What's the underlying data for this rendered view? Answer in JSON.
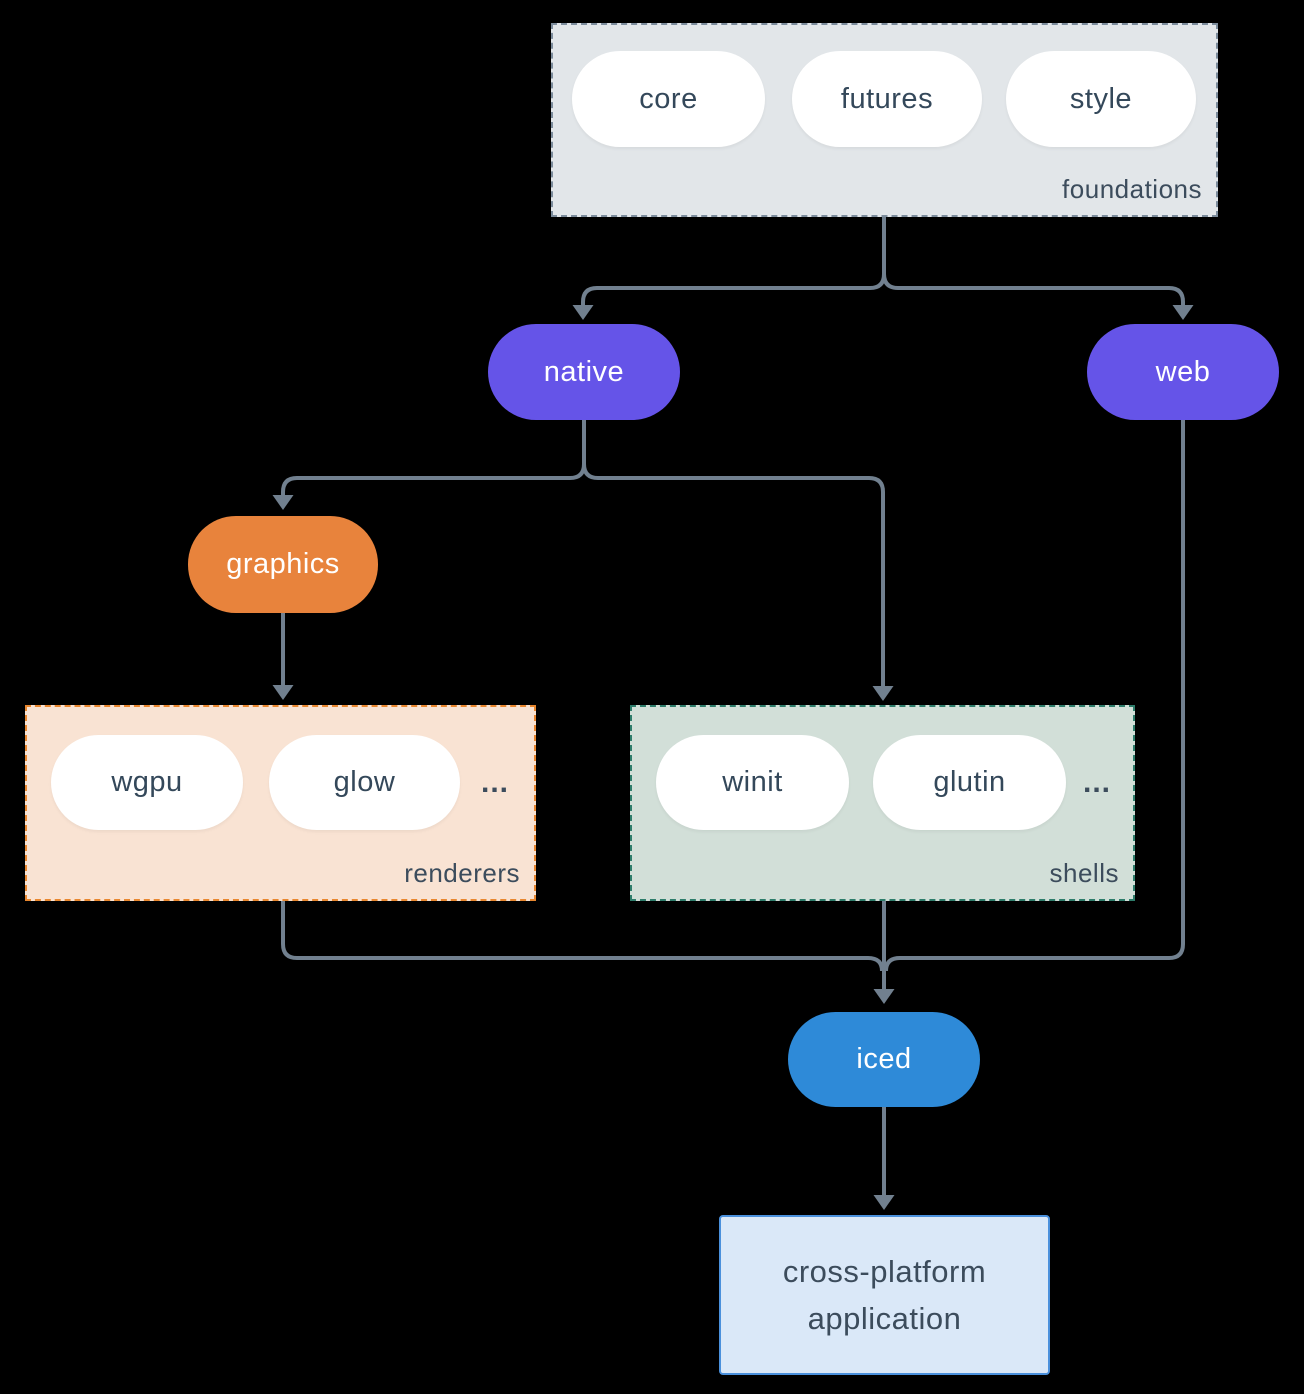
{
  "colors": {
    "background": "#000000",
    "arrow": "#71808F",
    "node_purple": "#6554E8",
    "node_orange": "#E8833C",
    "node_blue": "#2E8AD8",
    "dark_text": "#3C4C5C",
    "foundations_bg": "#E2E6E9",
    "foundations_border": "#7C8C9C",
    "renderers_bg": "#F9E3D3",
    "renderers_border": "#E8872F",
    "shells_bg": "#D2DFD8",
    "shells_border": "#2E7D6B",
    "application_bg": "#DAE8F8",
    "application_border": "#4A90DC"
  },
  "foundations": {
    "label": "foundations",
    "items": [
      "core",
      "futures",
      "style"
    ]
  },
  "nodes": {
    "native": "native",
    "web": "web",
    "graphics": "graphics",
    "iced": "iced"
  },
  "renderers": {
    "label": "renderers",
    "items": [
      "wgpu",
      "glow"
    ],
    "ellipsis": "..."
  },
  "shells": {
    "label": "shells",
    "items": [
      "winit",
      "glutin"
    ],
    "ellipsis": "..."
  },
  "application": {
    "lines": [
      "cross-platform",
      "application"
    ]
  }
}
